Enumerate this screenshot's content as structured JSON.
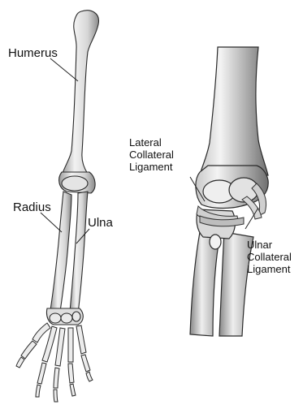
{
  "labels": {
    "humerus": "Humerus",
    "radius": "Radius",
    "ulna": "Ulna",
    "lateral_collateral_ligament": [
      "Lateral",
      "Collateral",
      "Ligament"
    ],
    "ulnar_collateral_ligament": [
      "Ulnar",
      "Collateral",
      "Ligament"
    ]
  },
  "colors": {
    "background": "#ffffff",
    "bone_light": "#ededed",
    "bone_shade": "#8a8a8a",
    "outline": "#2a2a2a",
    "ligament": "#cfcfcf",
    "leader_line": "#222222"
  }
}
